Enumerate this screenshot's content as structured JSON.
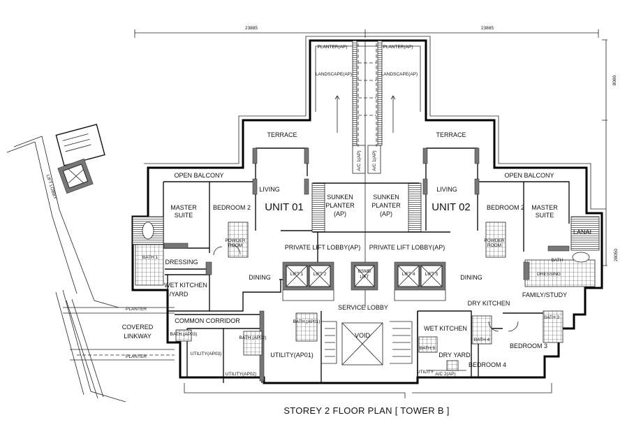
{
  "title": "STOREY 2 FLOOR PLAN  [ TOWER B ]",
  "dimensions": {
    "top_left": "23885",
    "top_right": "23885",
    "right_upper": "8080",
    "right_lower": "28050"
  },
  "top": {
    "planter_left": "PLANTER(AP)",
    "planter_right": "PLANTER(AP)",
    "landscape_left": "LANDSCAPE(AP)",
    "landscape_right": "LANDSCAPE(AP)",
    "ac_left": "A/C 1(AP)",
    "ac_right": "A/C 1(AP)"
  },
  "unit01": {
    "unit": "UNIT 01",
    "terrace": "TERRACE",
    "balcony": "OPEN BALCONY",
    "living": "LIVING",
    "master": [
      "MASTER",
      "SUITE"
    ],
    "bedroom2": "BEDROOM 2",
    "bath1": "BATH 1",
    "dressing": "DRESSING",
    "powder": [
      "POWDER",
      "ROOM"
    ],
    "dining": "DINING",
    "wet_kitchen": [
      "WET KITCHEN",
      "/YARD"
    ],
    "sunken": [
      "SUNKEN",
      "PLANTER",
      "(AP)"
    ],
    "lift_lobby": "PRIVATE LIFT LOBBY(AP)",
    "lift1": "LIFT 1",
    "lift2": "LIFT 2"
  },
  "unit02": {
    "unit": "UNIT 02",
    "terrace": "TERRACE",
    "balcony": "OPEN BALCONY",
    "living": "LIVING",
    "master": [
      "MASTER",
      "SUITE"
    ],
    "bedroom2": "BEDROOM 2",
    "lanai": "LANAI",
    "bath": "BATH",
    "dressing": "DRESSING",
    "powder": [
      "POWDER",
      "ROOM"
    ],
    "dining": "DINING",
    "family": "FAMILY/STUDY",
    "dry_kitchen": "DRY KITCHEN",
    "wet_kitchen": "WET KITCHEN",
    "dry_yard": "DRY YARD",
    "bedroom3": "BEDROOM 3",
    "bedroom4": "BEDROOM 4",
    "bath3": "BATH 3",
    "bath4": "BATH 4",
    "bath5": "BATH 5",
    "utility": "UTILITY",
    "ac2": "A/C 2(AP)",
    "sunken": [
      "SUNKEN",
      "PLANTER",
      "(AP)"
    ],
    "lift_lobby": "PRIVATE LIFT LOBBY(AP)",
    "lift4": "LIFT 4",
    "lift5": "LIFT 5"
  },
  "common": {
    "bsmb_lift": [
      "BSMB",
      "LIFT"
    ],
    "service_lobby": "SERVICE LOBBY",
    "void": "VOID",
    "common_corridor": "COMMON CORRIDOR",
    "covered_linkway": [
      "COVERED",
      "LINKWAY"
    ],
    "planter_upper": "PLANTER",
    "planter_lower": "PLANTER",
    "lift_lobby": "LIFT LOBBY",
    "utility_ap01": "UTILITY(AP01)",
    "utility_ap02": "UTILITY(AP02)",
    "utility_ap03": "UTILITY(AP03)",
    "bath_ap01": "BATH (AP01)",
    "bath_ap02": "BATH (AP02)",
    "bath_ap03": "BATH (AP03)"
  }
}
